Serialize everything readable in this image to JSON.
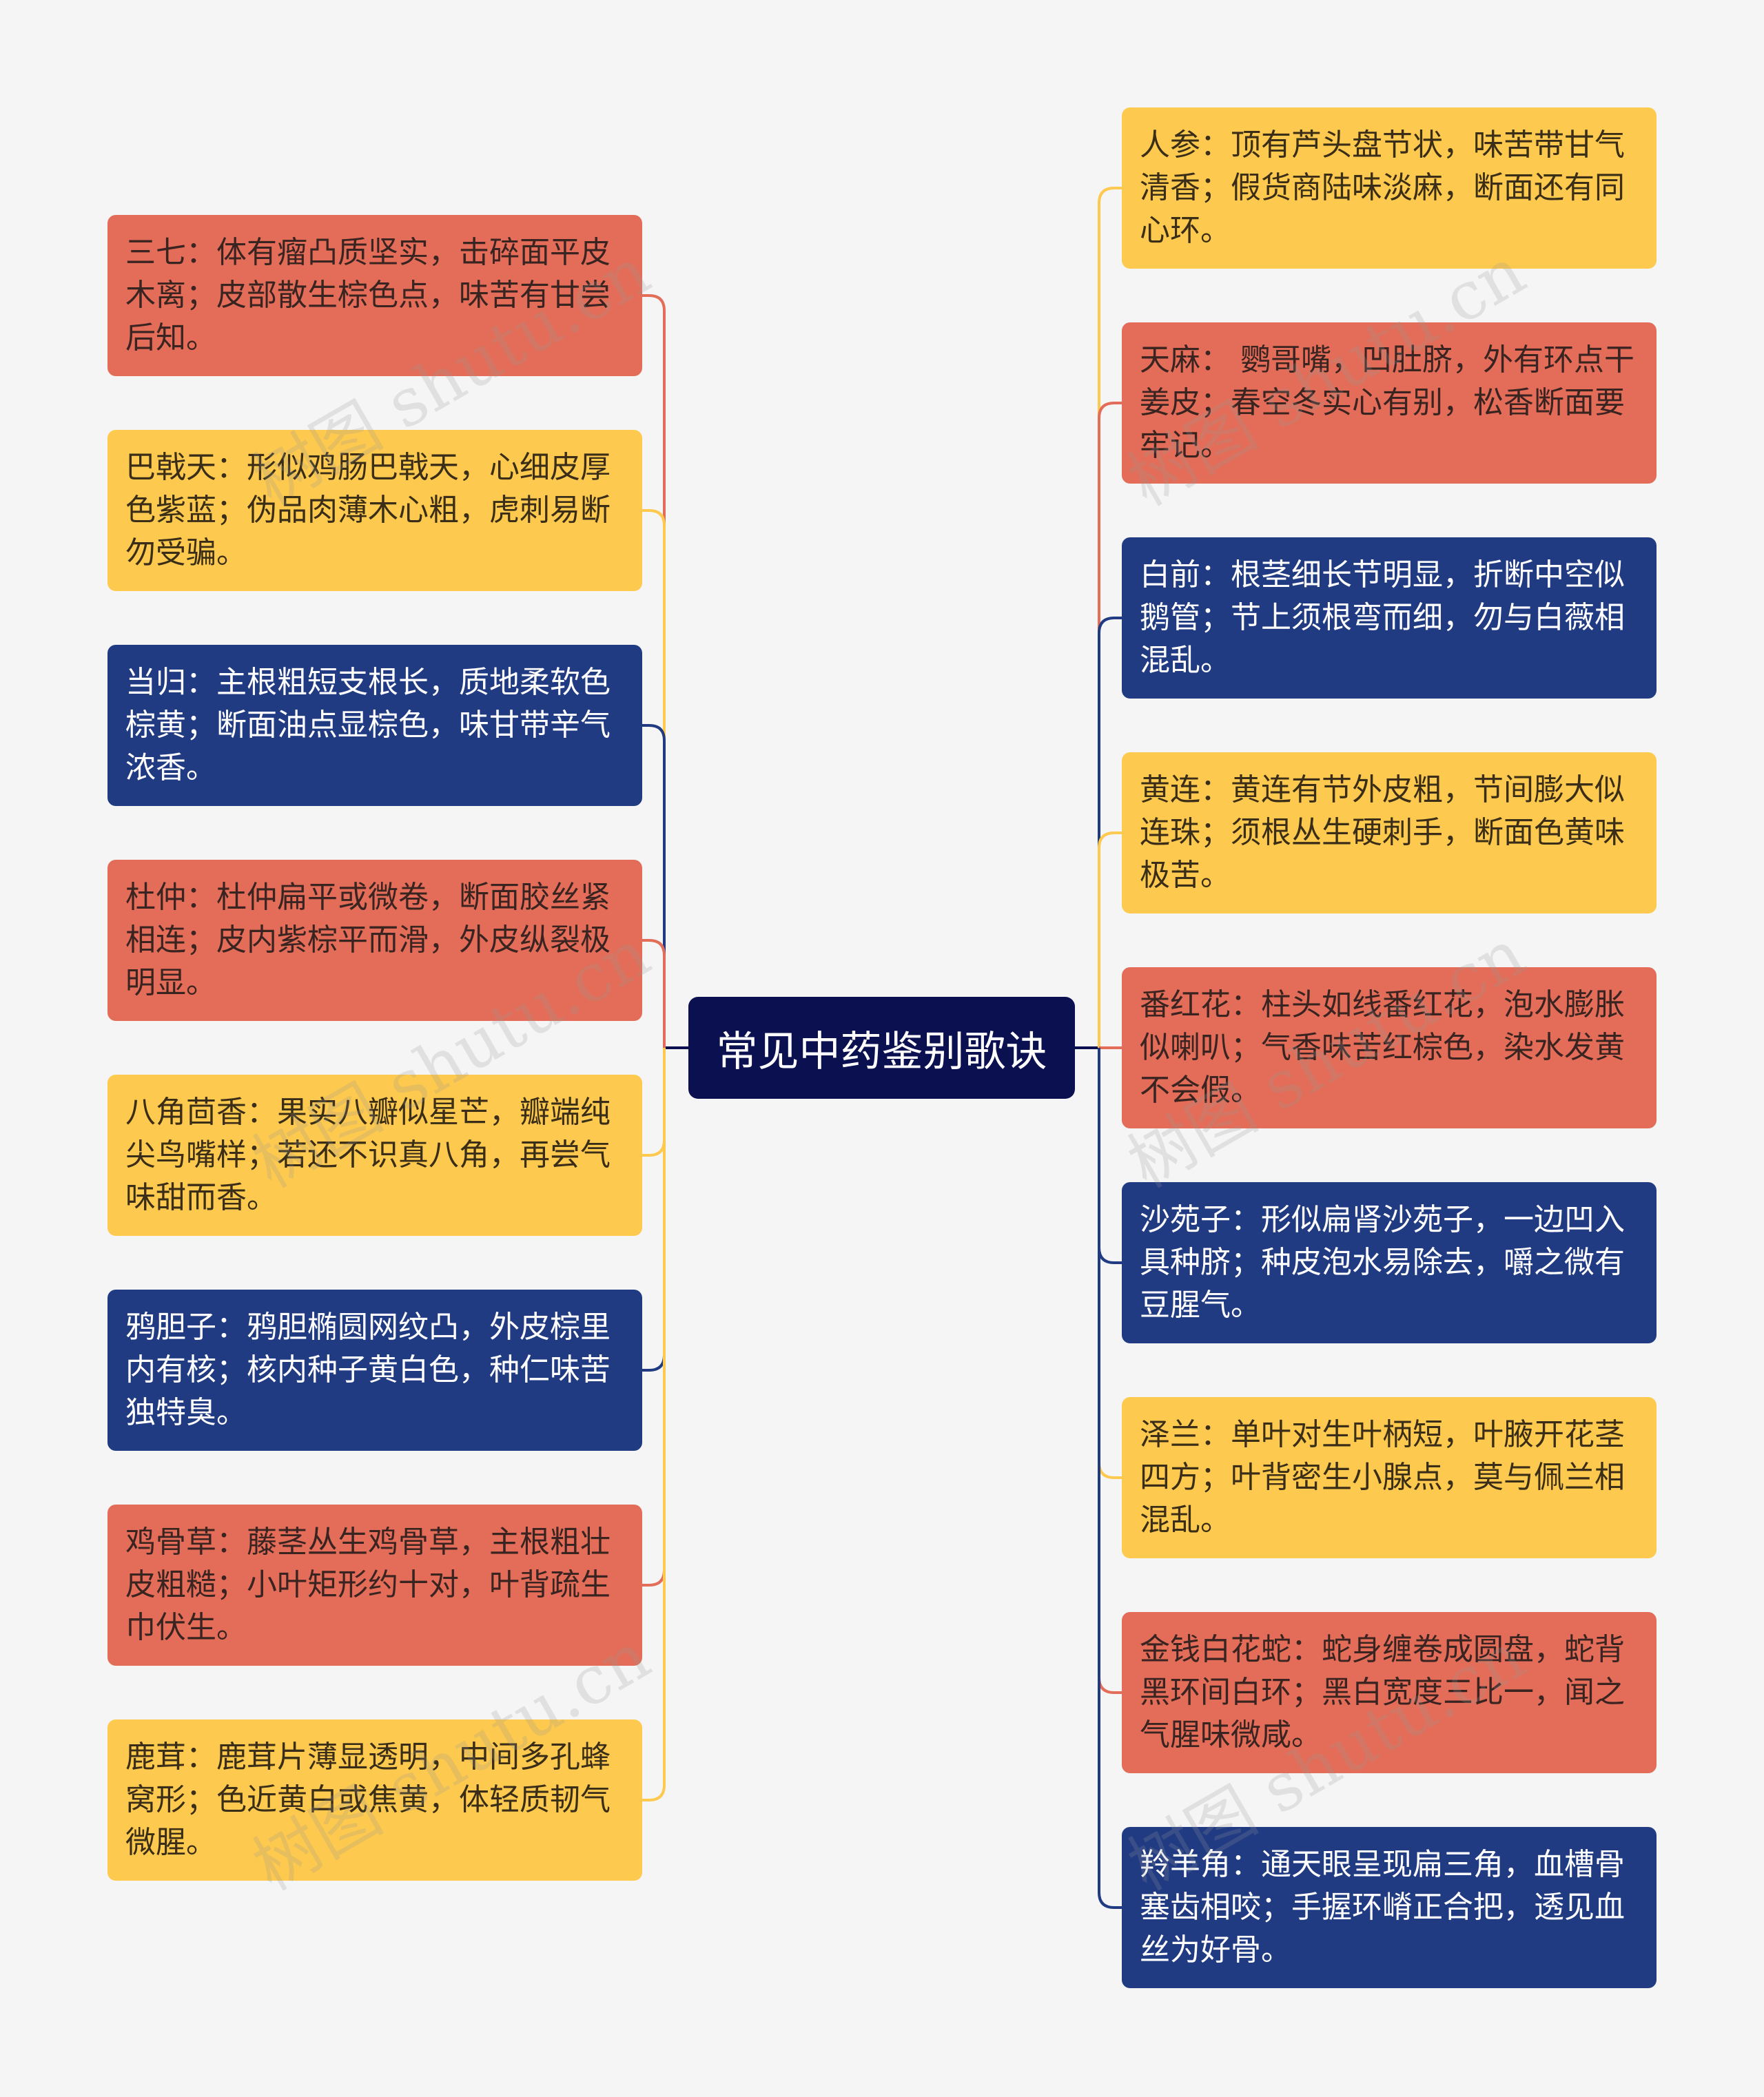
{
  "root": {
    "label": "常见中药鉴别歌诀"
  },
  "left_nodes": [
    {
      "text": "三七：体有瘤凸质坚实，击碎面平皮木离；皮部散生棕色点，味苦有甘尝后知。",
      "color": "red"
    },
    {
      "text": "巴戟天：形似鸡肠巴戟天，心细皮厚色紫蓝；伪品肉薄木心粗，虎刺易断勿受骗。",
      "color": "yellow"
    },
    {
      "text": "当归：主根粗短支根长，质地柔软色棕黄；断面油点显棕色，味甘带辛气浓香。",
      "color": "blue"
    },
    {
      "text": "杜仲：杜仲扁平或微卷，断面胶丝紧相连；皮内紫棕平而滑，外皮纵裂极明显。",
      "color": "red"
    },
    {
      "text": "八角茴香：果实八瓣似星芒，瓣端纯尖鸟嘴样；若还不识真八角，再尝气味甜而香。",
      "color": "yellow"
    },
    {
      "text": "鸦胆子：鸦胆椭圆网纹凸，外皮棕里内有核；核内种子黄白色，种仁味苦独特臭。",
      "color": "blue"
    },
    {
      "text": "鸡骨草：藤茎丛生鸡骨草，主根粗壮皮粗糙；小叶矩形约十对，叶背疏生巾伏生。",
      "color": "red"
    },
    {
      "text": "鹿茸：鹿茸片薄显透明，中间多孔蜂窝形；色近黄白或焦黄，体轻质韧气微腥。",
      "color": "yellow"
    }
  ],
  "right_nodes": [
    {
      "text": "人参：顶有芦头盘节状，味苦带甘气清香；假货商陆味淡麻，断面还有同心环。",
      "color": "yellow"
    },
    {
      "text": "天麻： 鹦哥嘴，凹肚脐，外有环点干姜皮；春空冬实心有别，松香断面要牢记。",
      "color": "red"
    },
    {
      "text": "白前：根茎细长节明显，折断中空似鹅管；节上须根弯而细，勿与白薇相混乱。",
      "color": "blue"
    },
    {
      "text": "黄连：黄连有节外皮粗，节间膨大似连珠；须根丛生硬刺手，断面色黄味极苦。",
      "color": "yellow"
    },
    {
      "text": "番红花：柱头如线番红花，泡水膨胀似喇叭；气香味苦红棕色，染水发黄不会假。",
      "color": "red"
    },
    {
      "text": "沙苑子：形似扁肾沙苑子，一边凹入具种脐；种皮泡水易除去，嚼之微有豆腥气。",
      "color": "blue"
    },
    {
      "text": "泽兰：单叶对生叶柄短，叶腋开花茎四方；叶背密生小腺点，莫与佩兰相混乱。",
      "color": "yellow"
    },
    {
      "text": "金钱白花蛇：蛇身缠卷成圆盘，蛇背黑环间白环；黑白宽度三比一，闻之气腥味微咸。",
      "color": "red"
    },
    {
      "text": "羚羊角：通天眼呈现扁三角，血槽骨塞齿相咬；手握环嵴正合把，透见血丝为好骨。",
      "color": "blue"
    }
  ],
  "colors": {
    "red": "#e36d58",
    "yellow": "#fdc94e",
    "blue": "#213b83",
    "root": "#0b1150",
    "background": "#f5f5f5"
  },
  "watermark": "树图 shutu.cn"
}
